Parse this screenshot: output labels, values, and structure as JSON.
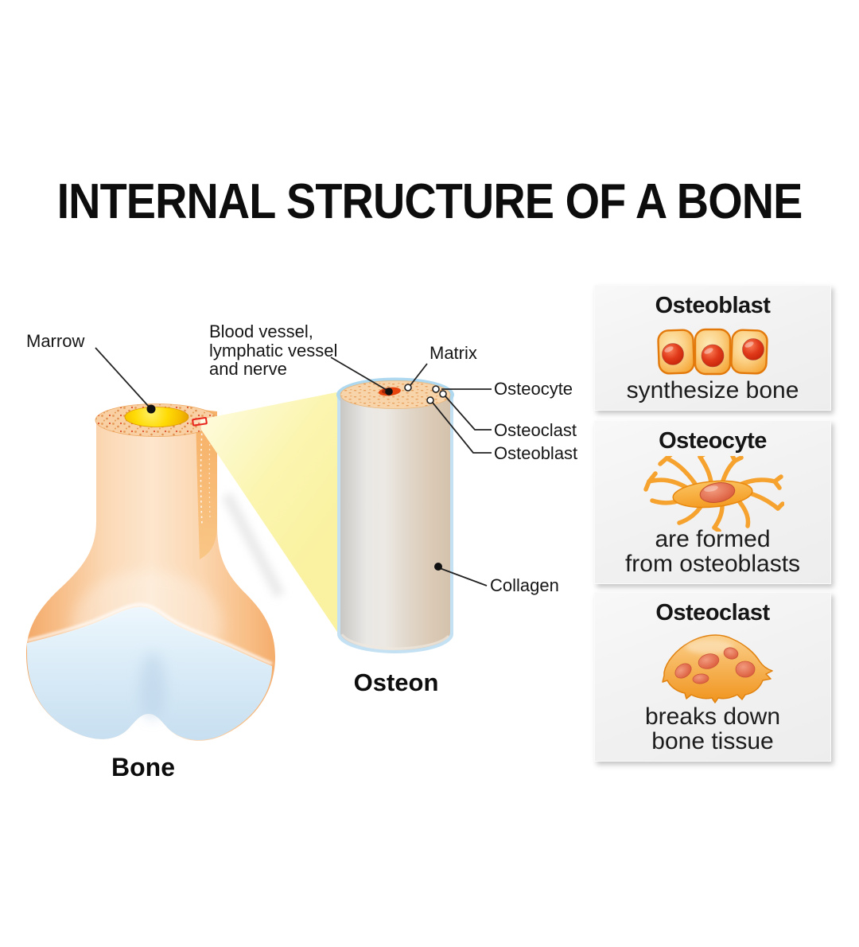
{
  "title": "INTERNAL STRUCTURE OF A BONE",
  "bone_section": {
    "bone_label": "Bone",
    "marrow_label": "Marrow",
    "vessel_lines": [
      "Blood vessel,",
      "lymphatic vessel",
      "and nerve"
    ]
  },
  "osteon_section": {
    "osteon_label": "Osteon",
    "matrix_label": "Matrix",
    "osteocyte_label": "Osteocyte",
    "osteoclast_label": "Osteoclast",
    "osteoblast_label": "Osteoblast",
    "collagen_label": "Collagen"
  },
  "panels": [
    {
      "title": "Osteoblast",
      "caption_lines": [
        "synthesize bone"
      ],
      "icon": "osteoblast-cells-icon"
    },
    {
      "title": "Osteocyte",
      "caption_lines": [
        "are formed",
        "from osteoblasts"
      ],
      "icon": "osteocyte-cell-icon"
    },
    {
      "title": "Osteoclast",
      "caption_lines": [
        "breaks down",
        "bone tissue"
      ],
      "icon": "osteoclast-cell-icon"
    }
  ],
  "colors": {
    "bone_peach": "#f8c693",
    "marrow_yellow": "#ffd900",
    "cartilage_blue": "#d6e9f7",
    "beam_yellow": "#fbf5ad",
    "osteon_face": "#f8d4ab",
    "osteon_body_tan": "#d9cab8",
    "osteon_rim_blue": "#aed8ef",
    "cell_orange": "#f49d2e",
    "nucleus_red": "#cc2a0e",
    "canal_red": "#e7430d",
    "panel_bg": "#f2f2f2",
    "text": "#111111"
  }
}
